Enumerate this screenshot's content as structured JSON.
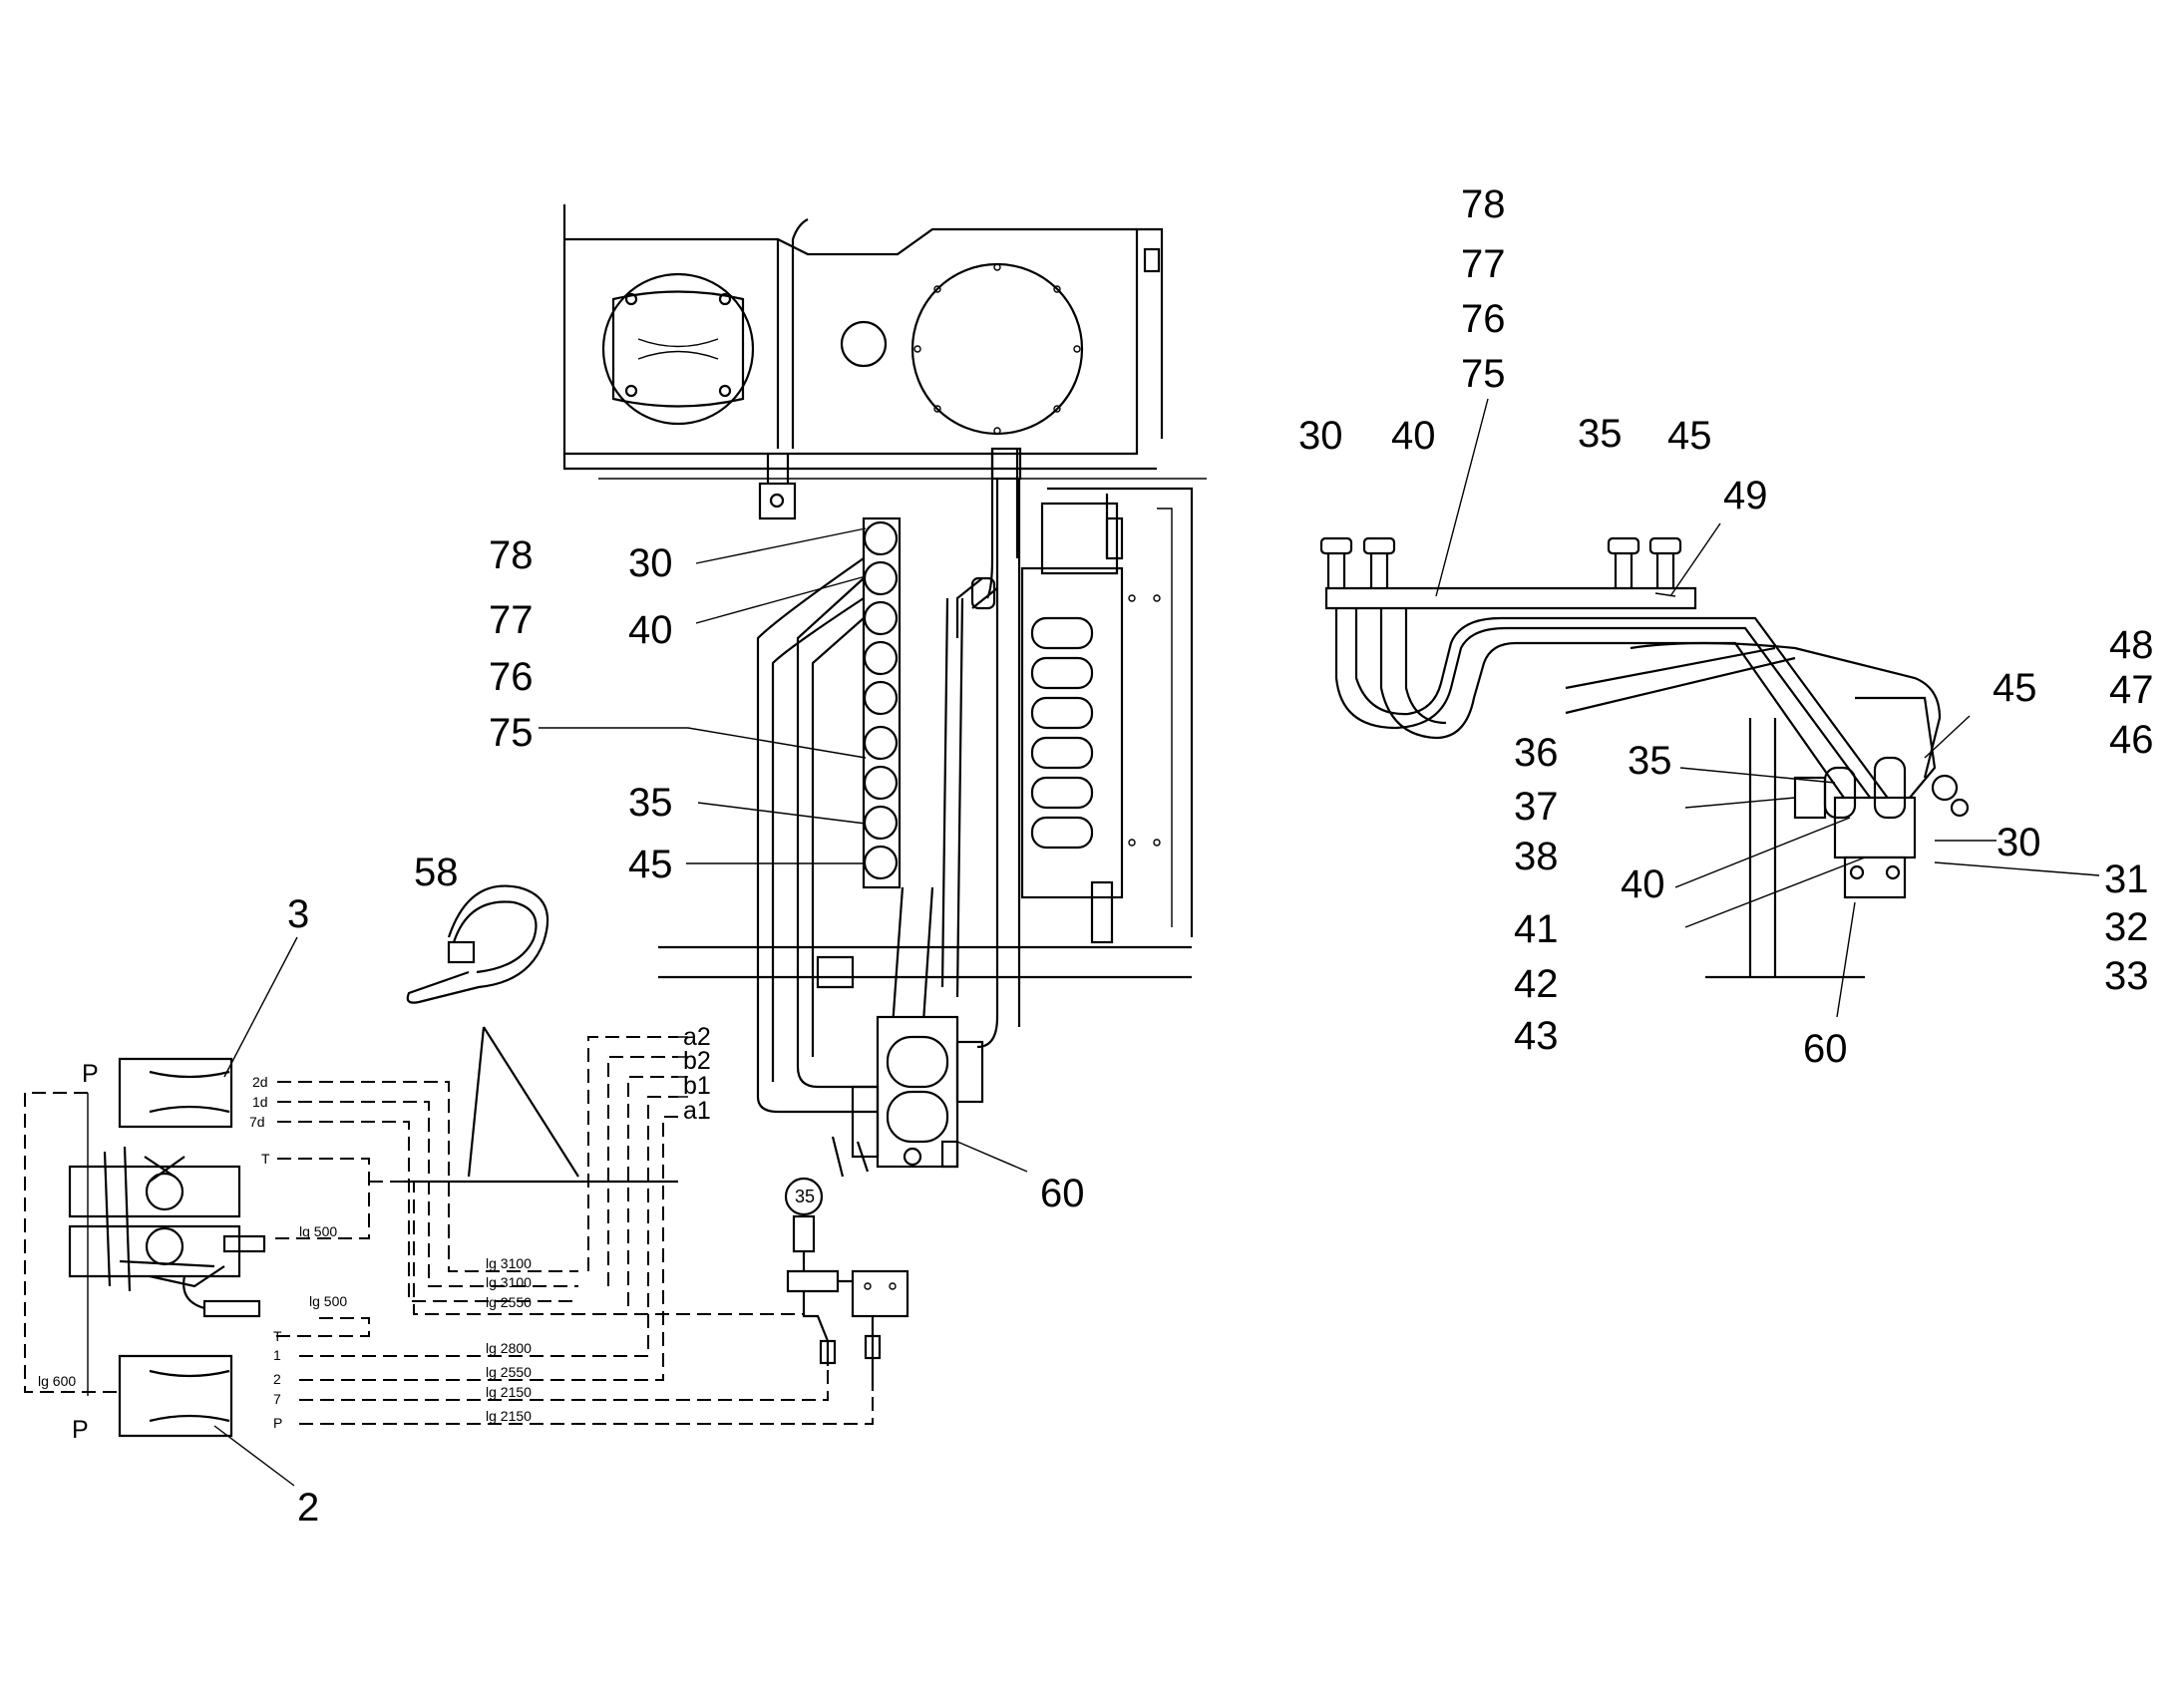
{
  "main_callouts": {
    "c78": "78",
    "c77": "77",
    "c76": "76",
    "c75": "75",
    "c30": "30",
    "c40": "40",
    "c35": "35",
    "c45": "45",
    "c58": "58",
    "c60": "60",
    "c3": "3",
    "c2": "2"
  },
  "ports": {
    "a2": "a2",
    "b2": "b2",
    "b1": "b1",
    "a1": "a1",
    "p_top": "P",
    "p_bottom": "P"
  },
  "left_labels": {
    "l2d": "2d",
    "l1d": "1d",
    "l7d": "7d",
    "lT1": "T",
    "lT2": "T",
    "l1": "1",
    "l2": "2",
    "l7": "7",
    "lP": "P"
  },
  "lengths": {
    "lg500a": "lg 500",
    "lg500b": "lg 500",
    "lg600": "lg 600",
    "lg3100a": "lg 3100",
    "lg3100b": "lg 3100",
    "lg2550a": "lg 2550",
    "lg2800": "lg 2800",
    "lg2550b": "lg 2550",
    "lg2150a": "lg 2150",
    "lg2150b": "lg 2150"
  },
  "circled_ref": "35",
  "right_callouts": {
    "r78": "78",
    "r77": "77",
    "r76": "76",
    "r75": "75",
    "r30": "30",
    "r40": "40",
    "r35": "35",
    "r45": "45",
    "r49": "49",
    "r48": "48",
    "r47": "47",
    "r45b": "45",
    "r46": "46",
    "r36": "36",
    "r35b": "35",
    "r37": "37",
    "r38": "38",
    "r30b": "30",
    "r31": "31",
    "r32": "32",
    "r33": "33",
    "r40b": "40",
    "r41": "41",
    "r42": "42",
    "r43": "43",
    "r60": "60"
  }
}
